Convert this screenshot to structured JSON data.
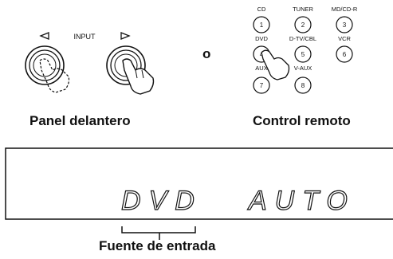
{
  "front_panel": {
    "input_label": "INPUT",
    "left_arrow_icon": "triangle-left-outline",
    "right_arrow_icon": "triangle-right-outline",
    "caption": "Panel delantero"
  },
  "separator": "o",
  "remote": {
    "caption": "Control remoto",
    "rows": [
      [
        {
          "label": "CD",
          "number": "1"
        },
        {
          "label": "TUNER",
          "number": "2"
        },
        {
          "label": "MD/CD-R",
          "number": "3"
        }
      ],
      [
        {
          "label": "DVD",
          "number": "4"
        },
        {
          "label": "D-TV/CBL",
          "number": "5"
        },
        {
          "label": "VCR",
          "number": "6"
        }
      ],
      [
        {
          "label": "AUX",
          "number": "7"
        },
        {
          "label": "V-AUX",
          "number": "8"
        }
      ]
    ]
  },
  "display": {
    "source_text": "DVD",
    "mode_text": "AUTO",
    "callout_caption": "Fuente de entrada"
  }
}
